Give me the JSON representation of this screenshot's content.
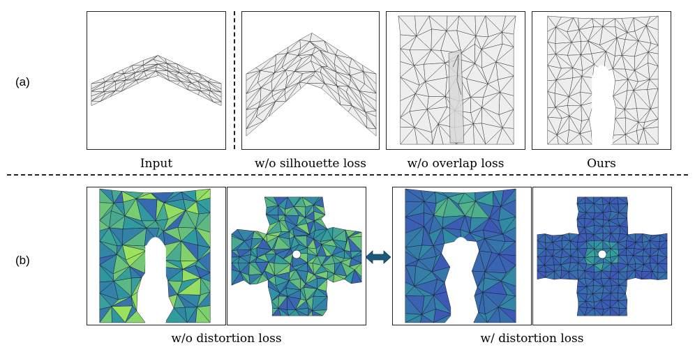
{
  "rows": {
    "a": "(a)",
    "b": "(b)"
  },
  "captions": {
    "input": "Input",
    "no_silhouette": "w/o silhouette loss",
    "no_overlap": "w/o overlap loss",
    "ours": "Ours",
    "no_distortion": "w/o distortion loss",
    "with_distortion": "w/ distortion loss"
  },
  "colors": {
    "mesh_fill": "#eeeeee",
    "mesh_edge": "#333333",
    "distortion_low": "#3d4fb8",
    "distortion_mid": "#2f9a9f",
    "distortion_high": "#9be35c",
    "arrow": "#1d5a7a"
  }
}
